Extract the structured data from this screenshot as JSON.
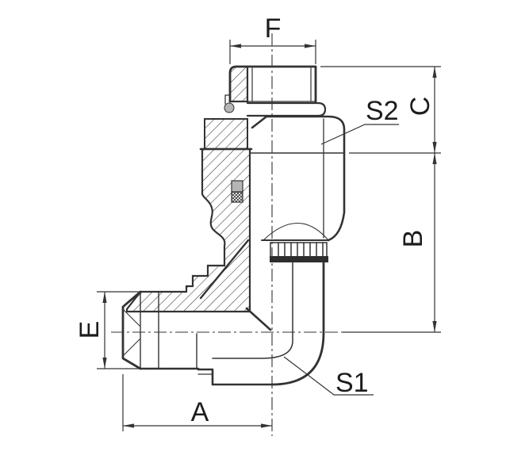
{
  "labels": {
    "f": "F",
    "s2": "S2",
    "c": "C",
    "b": "B",
    "e": "E",
    "a": "A",
    "s1": "S1"
  },
  "colors": {
    "line": "#333333",
    "text": "#1c1c1c",
    "oring_gray": "#b5b5b5",
    "background": "#ffffff"
  }
}
